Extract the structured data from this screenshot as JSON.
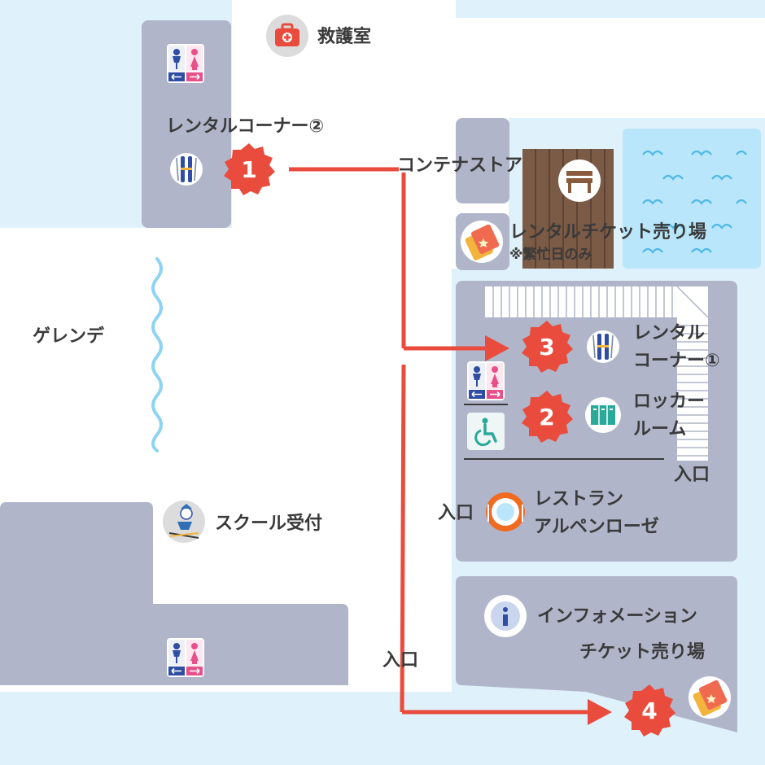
{
  "colors": {
    "water": "#dff1fa",
    "building": "#b0b5c9",
    "route": "#e94b3c",
    "badge": "#e94b3c",
    "deck": "#7b5a46",
    "text": "#3a3a3a",
    "wave": "#8fd3f4"
  },
  "labels": {
    "first_aid": "救護室",
    "rental_corner_2": "レンタルコーナー②",
    "convenience_store": "コンテナストア",
    "rental_ticket": "レンタルチケット売り場",
    "rental_ticket_note": "※繁忙日のみ",
    "slope": "ゲレンデ",
    "rental_corner_1_line1": "レンタル",
    "rental_corner_1_line2": "コーナー①",
    "locker_line1": "ロッカー",
    "locker_line2": "ルーム",
    "entrance_right": "入口",
    "entrance_restaurant": "入口",
    "restaurant_line1": "レストラン",
    "restaurant_line2": "アルペンローゼ",
    "school": "スクール受付",
    "info": "インフォメーション",
    "ticket": "チケット売り場",
    "entrance_bottom": "入口"
  },
  "badges": {
    "b1": "1",
    "b2": "2",
    "b3": "3",
    "b4": "4"
  },
  "icons": {
    "first_aid": "first-aid-kit-icon",
    "restroom": "restroom-icon",
    "ski_rental": "ski-icon",
    "ticket": "ticket-icon",
    "bench": "bench-icon",
    "locker": "locker-icon",
    "wheelchair": "wheelchair-icon",
    "restaurant": "dining-icon",
    "info": "information-icon",
    "ski_school": "skier-icon"
  }
}
